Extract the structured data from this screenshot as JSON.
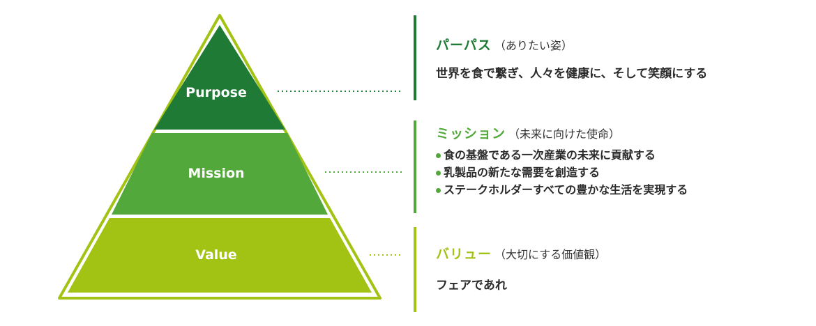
{
  "colors": {
    "purpose": "#1f7a36",
    "mission": "#52a83b",
    "value": "#a2c214"
  },
  "pyramid": {
    "tiers": [
      {
        "key": "purpose",
        "label": "Purpose"
      },
      {
        "key": "mission",
        "label": "Mission"
      },
      {
        "key": "value",
        "label": "Value"
      }
    ]
  },
  "purpose": {
    "title": "パーパス",
    "subtitle": "（ありたい姿）",
    "text": "世界を食で繋ぎ、人々を健康に、そして笑顔にする"
  },
  "mission": {
    "title": "ミッション",
    "subtitle": "（未来に向けた使命）",
    "items": [
      "食の基盤である一次産業の未来に貢献する",
      "乳製品の新たな需要を創造する",
      "ステークホルダーすべての豊かな生活を実現する"
    ]
  },
  "value": {
    "title": "バリュー",
    "subtitle": "（大切にする価値観）",
    "text": "フェアであれ"
  }
}
